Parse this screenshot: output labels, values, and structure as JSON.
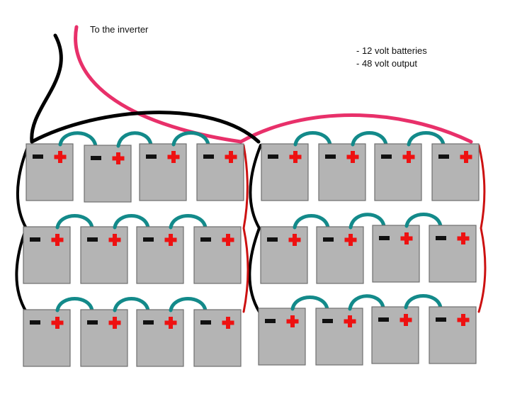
{
  "inverter_label": "To the inverter",
  "notes": [
    "- 12 volt batteries",
    "- 48 volt output"
  ],
  "battery": {
    "negative_symbol": "minus",
    "positive_symbol": "plus",
    "count": 24,
    "rows": 3,
    "groups_per_row": 2,
    "batteries_per_group": 4
  },
  "colors": {
    "battery_fill": "#b4b4b4",
    "battery_stroke": "#6e6e6e",
    "negative": "#111111",
    "positive": "#ee1111",
    "jumper": "#138a8a",
    "negative_wire": "#000000",
    "positive_wire": "#e8306a",
    "parallel_positive_wire": "#cc1111"
  }
}
